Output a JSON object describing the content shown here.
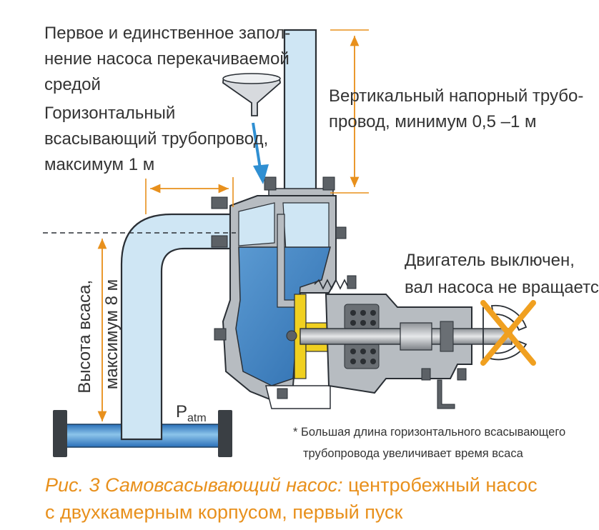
{
  "labels": {
    "first_fill": [
      "Первое и единственное запол-",
      "нение насоса перекачиваемой",
      "средой"
    ],
    "horizontal_pipe": [
      "Горизонтальный",
      "всасывающий трубопровод,",
      "максимум 1 м"
    ],
    "vertical_pipe": [
      "Вертикальный напорный трубо-",
      "провод, минимум 0,5 –1 м"
    ],
    "motor_off": [
      "Двигатель выключен,",
      "вал насоса не вращается"
    ],
    "suction_height": [
      "Высота всаса,",
      "максимум 8 м"
    ],
    "patm_main": "P",
    "patm_sub": "atm",
    "footnote": [
      "* Большая длина горизонтального всасывающего",
      "трубопровода увеличивает время всаса"
    ]
  },
  "caption": {
    "fig_label": "Рис. 3 Самовсасывающий насос:",
    "text_line1": " центробежный насос",
    "text_line2": "с двухкамерным корпусом, первый пуск"
  },
  "colors": {
    "accent": "#e8901c",
    "water_light": "#cfe6f4",
    "water_dark": "#3d7fc0",
    "arrow_blue": "#2f8fd2",
    "metal": "#b7bcc1",
    "outline": "#222222",
    "cross": "#f0a020"
  }
}
